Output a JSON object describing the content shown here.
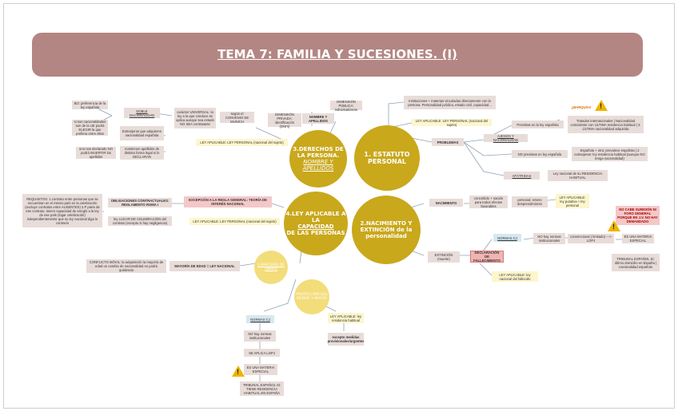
{
  "title": "TEMA 7: FAMILIA Y SUCESIONES. (I)",
  "circles": {
    "c1": "1. ESTATUTO PERSONAL",
    "c2": "2.NACIMIENTO Y EXTINCIÓN de la personalidad",
    "c3a": "3.DERECHOS DE LA PERSONA.",
    "c3b": "NOMBRE Y APELLIDOS",
    "c4a": "4.LEY APLICABLE A LA",
    "c4b": "CAPACIDAD",
    "c4c": "DE LAS PERSONAS",
    "cap": "CAPACIDAD DE OBRAR",
    "prot": "PROTECCIÓN DEL MENOR Y MAYOR"
  },
  "estatuto": {
    "inst": "Instituciones + materias vinculadas directamente con la persona: Personalidad jurídica, estado civil, capacidad...",
    "ley": "LEY APLICABLE: LEY PERSONAL (nacional del sujeto)",
    "problemas": "PROBLEMAS",
    "apatridas": "APÁTRIDAS",
    "apatridas_r": "Ley nacional de su RESIDENCIA HABITUAL",
    "ajeno": "AJENOS Y NACIONALIDAD",
    "previstas": "Previstas en la ley española",
    "no_previstas": "NO previstas en ley española",
    "tratados": "Tratados internacionales | Nacionalidad coincidente con ÚLTIMA residencia habitual | 3. ÚLTIMA nacionalidad adquirida",
    "esp": "Española + otra: prevalece española | 2 extranjeras: ley residencia habitual (aunque NO tenga nacionalidad)",
    "ojo": "¡¡BARQUÍA!!"
  },
  "derechos": {
    "dim_pub": "DIMENSIÓN PÚBLICA: individualizarse",
    "dim_priv": "DIMENSIÓN PRIVADA: identificación (DNI's)",
    "nombre": "NOMBRE Y APELLIDOS",
    "ley": "LEY APLICABLE: LEY PERSONAL (nacional del sujeto)",
    "convenio": "según el CONVENIO DE MUNICH",
    "carac": "carácter UNIVERSAL: la ley a la que conduce se aplica aunque sea estado NO SEA contratante",
    "doble": "DOBLE NACIONALIDAD",
    "bo": "BO: preferencia de la ley española",
    "ue": "si sus nacionalidades son de la UE podrá ELEGIR la que prefiera entre ellas",
    "extr": "Extranjeros que adquieren nacionalidad española",
    "mantienen": "mantienen apellidos de distinta forma legal si lo DECLARAN",
    "uno": "uno nos declarado NO podrá INVERTIR los apellidos"
  },
  "nacimiento": {
    "nac": "NACIMIENTO",
    "concebido": "concebido + nacido para todos efectos favorables",
    "personal": "personal: entero desprendimiento",
    "ley": "LEY APLICABLE: ley putativa + ley personal",
    "ext": "EXTINCIÓN (muerte)",
    "decl": "DECLARACIÓN DE FALLECIMIENTO",
    "norma": "NORMAS CJ",
    "no_hay": "NO hay normas institucionales",
    "conv": "convencional ( limitado) ---> LOPJ",
    "es_una": "ES UNA MATERIA ESPECIAL",
    "ley2": "LEY APLICABLE: ley nacional del fallecido",
    "no_cabe": "NO CABE SUMISIÓN NI FORO GENERAL PORQUE EN J.V. NO HAY DEMANDADO",
    "tribunal": "TRIBUNAL ESPAÑOL SI: último domicilio en España | nacionalidad española"
  },
  "capacidad": {
    "req": "REQUISITOS: 1.contrato entre personas que se encuentran en el mismo país en la celebración (excluye contratos entre AUSENTES) 2.P parte de ese contrato, tienen capacidad de arreglo a la ley de ese país (logar celebración) independientemente que su ley nacional diga lo contrario",
    "oblig": "OBLIGACIONES CONTRACTUALES: REGLAMENTO ROMA I",
    "lugar": "ley LUGAR DE CELEBRACIÓN del contrato (excepto si hay negligencia)",
    "excep": "EXCEPCIÓN A LA REGLA GENERAL: TEORÍA DE INTERÉS NACIONAL",
    "ley": "LEY APLICABLE: LEY PERSONAL (nacional del sujeto)",
    "conflicto": "CONFLICTO MÓVIL: la adquisición la mayoría de edad un cambio de nacionalidad no podrá quitárselo",
    "mayoria": "MAYORÍA DE EDAD = LEY NACIONAL"
  },
  "proteccion": {
    "normas": "NORMAS CJ",
    "no_hay": "NO hay normas institucionales",
    "aplica": "SE APLICA LOPJ",
    "materia": "ES UNA MATERIA ESPECIAL",
    "tribunal": "TRIBUNAL ESPAÑOL SI: TIENE RESIDENCIA HABITUAL EN ESPAÑA",
    "ley": "LEY APLICABLE: ley residencia habitual",
    "excepto": "excepto medidas provisionales/urgentes"
  },
  "colors": {
    "banner": "#b38683",
    "circle": "#c9a81c",
    "box": "#e8dcd9"
  }
}
